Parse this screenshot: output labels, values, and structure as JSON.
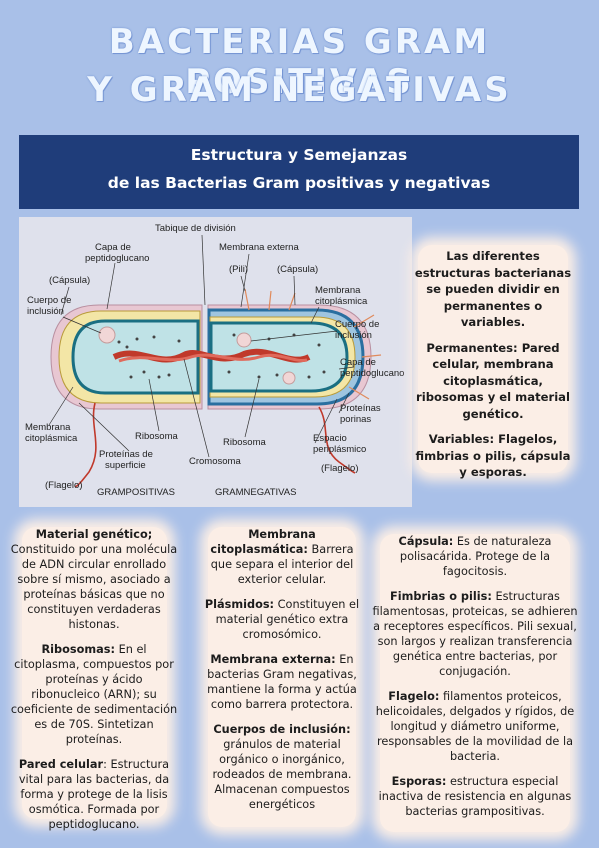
{
  "header": {
    "title_line1": "BACTERIAS GRAM POSITIVAS",
    "title_line2": "Y GRAM NEGATIVAS"
  },
  "banner": {
    "line1": "Estructura y Semejanzas",
    "line2": "de las Bacterias Gram positivas y negativas"
  },
  "figure": {
    "labels": {
      "tabique": "Tabique de división",
      "capa1": "Capa de",
      "capa2": "peptidoglucano",
      "capsula_left": "(Cápsula)",
      "cuerpo1": "Cuerpo de",
      "cuerpo2": "inclusión",
      "membrana_ext": "Membrana externa",
      "pili": "(Pili)",
      "capsula_right": "(Cápsula)",
      "memb_cito_r1": "Membrana",
      "memb_cito_r2": "citoplásmica",
      "cuerpo_r1": "Cuerpo de",
      "cuerpo_r2": "inclusión",
      "capa_r1": "Capa de",
      "capa_r2": "peptidoglucano",
      "proteinas_r1": "Proteínas",
      "proteinas_r2": "porinas",
      "espacio1": "Espacio",
      "espacio2": "periplásmico",
      "flagelo_r": "(Flagelo)",
      "memb_cito_l1": "Membrana",
      "memb_cito_l2": "citoplásmica",
      "ribosoma_l": "Ribosoma",
      "ribosoma_r": "Ribosoma",
      "prot_sup1": "Proteínas de",
      "prot_sup2": "superficie",
      "cromosoma": "Cromosoma",
      "flagelo_l": "(Flagelo)",
      "grampos": "GRAMPOSITIVAS",
      "gramneg": "GRAMNEGATIVAS"
    }
  },
  "side": {
    "p1": "Las diferentes estructuras bacterianas se pueden dividir en permanentes o variables.",
    "p2": "Permanentes: Pared celular, membrana citoplasmática, ribosomas y el material genético.",
    "p3": "Variables: Flagelos, fimbrias o pilis, cápsula y esporas."
  },
  "col1": {
    "material_title": "Material genético;",
    "material_text": "Constituido por una molécula de ADN circular enrollado sobre sí mismo, asociado a proteínas básicas que no constituyen verdaderas histonas.",
    "ribosomas_title": "Ribosomas:",
    "ribosomas_text": "En el citoplasma, compuestos por proteínas y ácido ribonucleico (ARN); su coeficiente de sedimentación es de 70S. Sintetizan proteínas.",
    "pared_title": "Pared celular",
    "pared_text": ": Estructura vital para las bacterias, da forma y protege de la lisis osmótica. Formada por peptidoglucano."
  },
  "col2": {
    "membrana_title": "Membrana citoplasmática:",
    "membrana_text": "Barrera que separa el interior del exterior celular.",
    "plasmidos_title": "Plásmidos:",
    "plasmidos_text": "Constituyen el material genético extra cromosómico.",
    "externa_title": "Membrana externa:",
    "externa_text": "En bacterias Gram negativas, mantiene la forma y actúa como barrera protectora.",
    "cuerpos_title": "Cuerpos de inclusión:",
    "cuerpos_text": "gránulos de material orgánico o inorgánico, rodeados de membrana. Almacenan compuestos energéticos"
  },
  "col3": {
    "capsula_title": "Cápsula:",
    "capsula_text": "Es de naturaleza polisacárida. Protege de la fagocitosis.",
    "fimbrias_title": "Fimbrias o pilis:",
    "fimbrias_text": "Estructuras filamentosas, proteicas, se adhieren a receptores específicos. Pili sexual, son largos y realizan transferencia genética entre bacterias, por conjugación.",
    "flagelo_title": "Flagelo:",
    "flagelo_text": "filamentos proteicos, helicoidales, delgados y rígidos, de longitud y diámetro uniforme, responsables de la movilidad de la bacteria.",
    "esporas_title": "Esporas:",
    "esporas_text": "estructura especial inactiva de resistencia en algunas bacterias grampositivas."
  }
}
